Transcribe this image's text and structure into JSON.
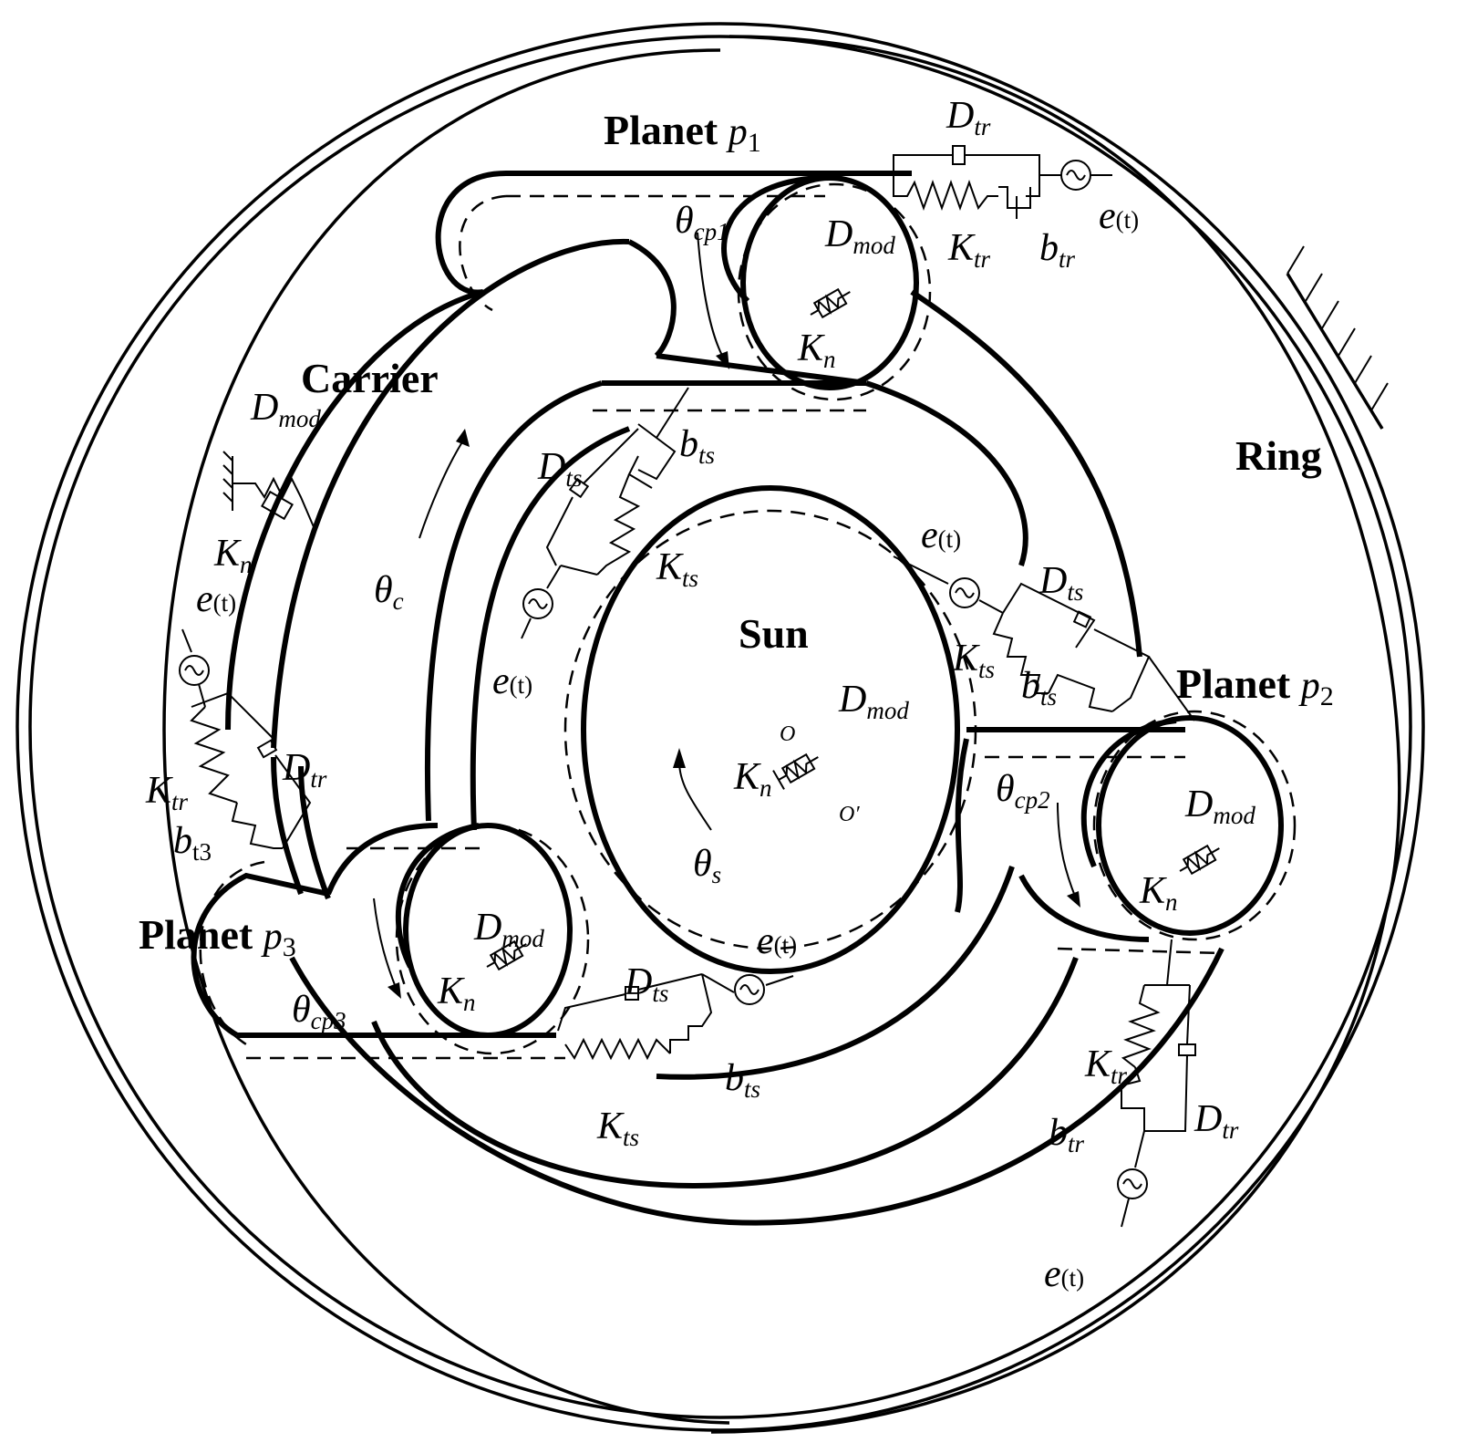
{
  "labels": {
    "planet_p1": "Planet",
    "planet_p1_sym": "p",
    "planet_p1_idx": "1",
    "planet_p2": "Planet",
    "planet_p2_sym": "p",
    "planet_p2_idx": "2",
    "planet_p3": "Planet",
    "planet_p3_sym": "p",
    "planet_p3_idx": "3",
    "carrier": "Carrier",
    "ring": "Ring",
    "sun": "Sun",
    "o": "O",
    "o_prime": "O′"
  },
  "symbols": {
    "D": "D",
    "K": "K",
    "b": "b",
    "e": "e",
    "t": "(t)",
    "tr": "tr",
    "ts": "ts",
    "mod": "mod",
    "n": "n",
    "t3": "t3",
    "theta": "θ",
    "cp1": "cp1",
    "cp2": "cp2",
    "cp3": "cp3",
    "c": "c",
    "s": "s"
  },
  "colors": {
    "stroke": "#000000",
    "background": "#ffffff"
  }
}
